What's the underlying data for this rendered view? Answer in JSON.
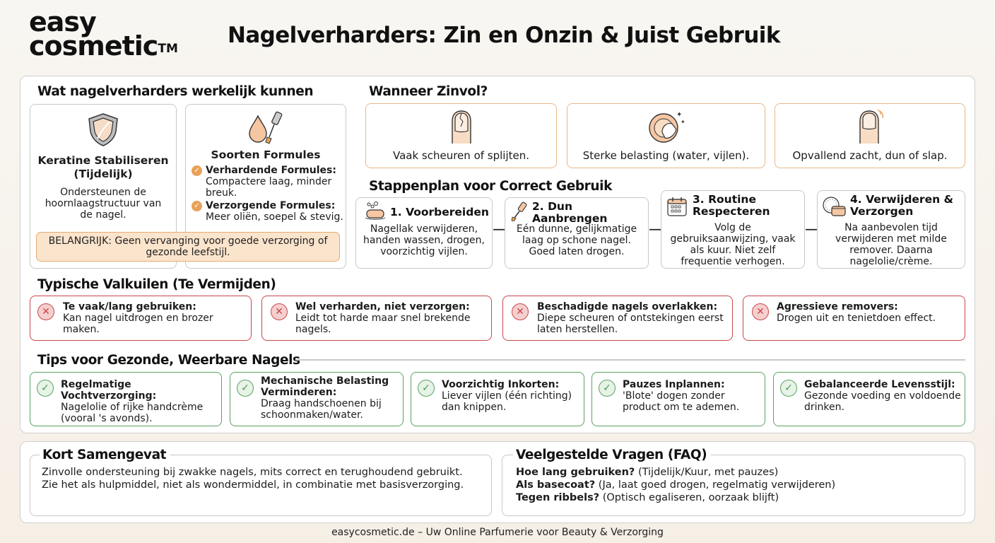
{
  "header": {
    "logo_line1": "easy",
    "logo_line2": "cosmetic",
    "logo_tm": "TM",
    "title": "Nagelverharders: Zin en Onzin & Juist Gebruik"
  },
  "what_they_do": {
    "heading": "Wat nagelverharders werkelijk kunnen",
    "keratine": {
      "icon": "shield-icon",
      "title_line1": "Keratine Stabiliseren",
      "title_line2": "(Tijdelijk)",
      "text": "Ondersteunen de hoornlaagstructuur van de nagel."
    },
    "formulas": {
      "icon": "drop-brush-icon",
      "title": "Soorten Formules",
      "items": [
        {
          "label": "Verhardende Formules:",
          "text": "Compactere laag, minder breuk."
        },
        {
          "label": "Verzorgende Formules:",
          "text": "Meer oliën, soepel & stevig."
        }
      ]
    },
    "important": "BELANGRIJK: Geen vervanging voor goede verzorging of gezonde leefstijl."
  },
  "when_useful": {
    "heading": "Wanneer Zinvol?",
    "items": [
      {
        "icon": "cracked-nail-icon",
        "text": "Vaak scheuren of splijten."
      },
      {
        "icon": "dish-washing-icon",
        "text": "Sterke belasting (water, vijlen)."
      },
      {
        "icon": "soft-nail-icon",
        "text": "Opvallend zacht, dun of slap."
      }
    ]
  },
  "steps": {
    "heading": "Stappenplan voor Correct Gebruik",
    "items": [
      {
        "icon": "soap-icon",
        "title": "1. Voorbereiden",
        "text": "Nagellak verwijderen, handen wassen, drogen, voorzichtig vijlen."
      },
      {
        "icon": "brush-icon",
        "title": "2. Dun Aanbrengen",
        "text": "Eén dunne, gelijkmatige laag op schone nagel. Goed laten drogen."
      },
      {
        "icon": "calendar-icon",
        "title": "3. Routine Respecteren",
        "text": "Volg de gebruiksaanwijzing, vaak als kuur. Niet zelf frequentie verhogen."
      },
      {
        "icon": "cream-jar-icon",
        "title": "4. Verwijderen & Verzorgen",
        "text": "Na aanbevolen tijd verwijderen met milde remover. Daarna nagelolie/crème."
      }
    ]
  },
  "pitfalls": {
    "heading": "Typische Valkuilen (Te Vermijden)",
    "items": [
      {
        "title": "Te vaak/lang gebruiken:",
        "text": "Kan nagel uitdrogen en brozer maken."
      },
      {
        "title": "Wel verharden, niet verzorgen:",
        "text": "Leidt tot harde maar snel brekende nagels."
      },
      {
        "title": "Beschadigde nagels overlakken:",
        "text": "Diepe scheuren of ontstekingen eerst laten herstellen."
      },
      {
        "title": "Agressieve removers:",
        "text": "Drogen uit en tenietdoen effect."
      }
    ]
  },
  "tips": {
    "heading": "Tips voor Gezonde, Weerbare Nagels",
    "items": [
      {
        "title": "Regelmatige Vochtverzorging:",
        "text": "Nagelolie of rijke handcrème (vooral 's avonds)."
      },
      {
        "title": "Mechanische Belasting Verminderen:",
        "text": "Draag handschoenen bij schoonmaken/water."
      },
      {
        "title": "Voorzichtig Inkorten:",
        "text": "Liever vijlen (één richting) dan knippen."
      },
      {
        "title": "Pauzes Inplannen:",
        "text": "'Blote' dogen zonder product om te ademen."
      },
      {
        "title": "Gebalanceerde Levensstijl:",
        "text": "Gezonde voeding en voldoende drinken."
      }
    ]
  },
  "summary": {
    "heading": "Kort Samengevat",
    "line1": "Zinvolle ondersteuning bij zwakke nagels, mits correct en terughoudend gebruikt.",
    "line2": "Zie het als hulpmiddel, niet als wondermiddel, in combinatie met basisverzorging."
  },
  "faq": {
    "heading": "Veelgestelde Vragen (FAQ)",
    "items": [
      {
        "q": "Hoe lang gebruiken?",
        "a": "(Tijdelijk/Kuur, met pauzes)"
      },
      {
        "q": "Als basecoat?",
        "a": "(Ja, laat goed drogen, regelmatig verwijderen)"
      },
      {
        "q": "Tegen ribbels?",
        "a": "(Optisch egaliseren, oorzaak blijft)"
      }
    ]
  },
  "footer": "easycosmetic.de – Uw Online Parfumerie voor Beauty & Verzorging",
  "colors": {
    "accent_orange": "#e8a159",
    "important_bg": "#fbe4cc",
    "pitfall_red": "#c9474a",
    "tip_green": "#5aa363"
  }
}
